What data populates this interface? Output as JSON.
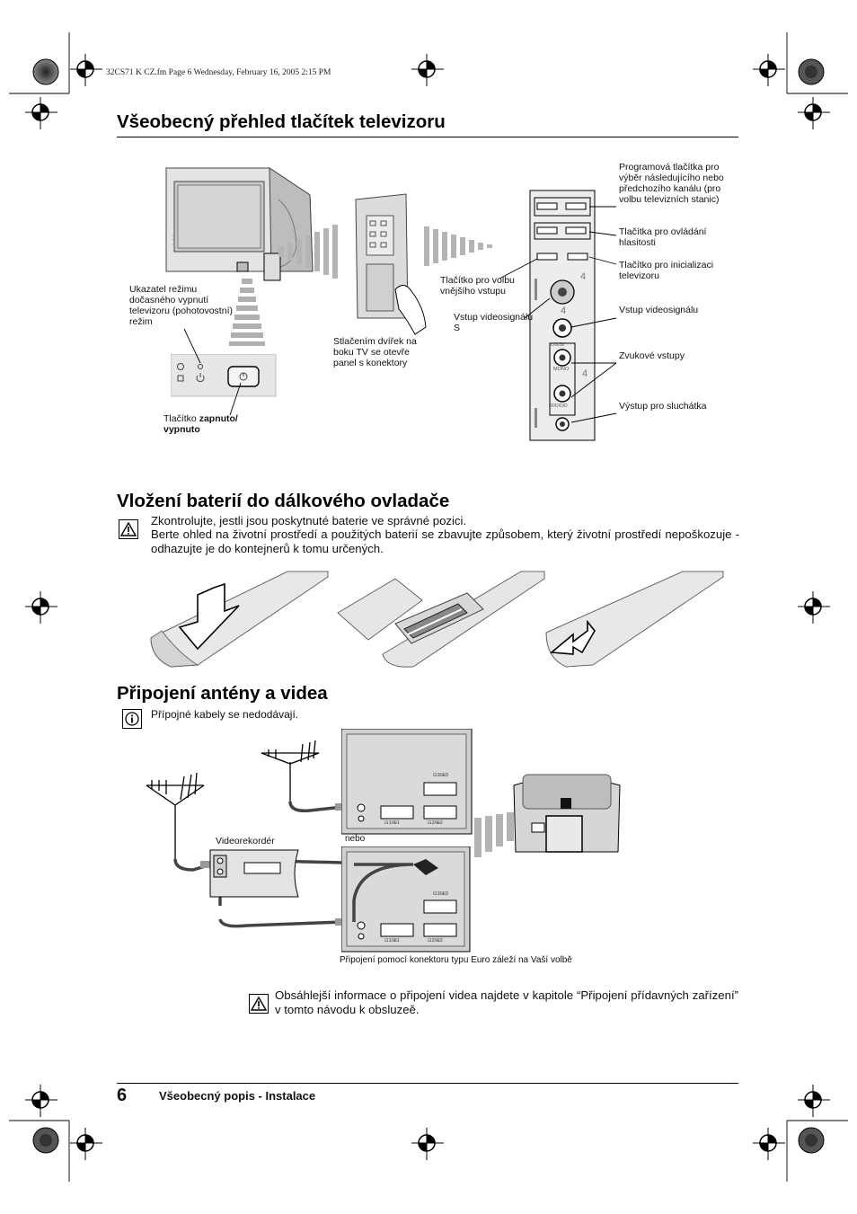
{
  "header_line": "32CS71 K CZ.fm  Page 6  Wednesday, February 16, 2005  2:15 PM",
  "section1": {
    "title": "Všeobecný přehled tlačítek televizoru",
    "labels": {
      "standby_indicator": "Ukazatel režimu dočasného vypnutí televizoru (pohotovostní) režim",
      "power_button_prefix": "Tlačítko ",
      "power_button_bold": "zapnuto/ vypnuto",
      "door_press": "Stlačením dvířek na boku TV se otevře panel s konektory",
      "ext_input_button": "Tlačítko pro volbu vnějšího vstupu",
      "s_video_input": "Vstup videosignálu S",
      "program_buttons": "Programová tlačítka pro výběr následujícího nebo předchozího kanálu (pro volbu televizních stanic)",
      "volume_buttons": "Tlačítka pro ovládání hlasitosti",
      "reset_button": "Tlačítko pro inicializaci televizoru",
      "video_input": "Vstup videosignálu",
      "audio_inputs": "Zvukové vstupy",
      "headphone_output": "Výstup pro sluchátka"
    },
    "panel_marks": {
      "s_video_num": "4",
      "video_num": "4",
      "audio_num": "4",
      "lmono": "L/G/S/I",
      "mono": "MONO",
      "rdd": "R/D/D/D"
    }
  },
  "section2": {
    "title": "Vložení baterií do dálkového ovladače",
    "text_line1": "Zkontrolujte, jestli jsou poskytnuté baterie ve správné pozici.",
    "text_line2": "Berte ohled na životní prostředí a použitých baterií se zbavujte způsobem, který životní prostředí nepoškozuje - odhazujte je do kontejnerů k tomu určených."
  },
  "section3": {
    "title": "Připojení antény a videa",
    "note": "Přípojné kabely se nedodávají.",
    "label_vcr": "Videorekordér",
    "label_or": "nebo",
    "caption": "Připojení pomocí konektoru typu Euro záleží na Vaší volbě",
    "warning": "Obsáhlejší informace o připojení videa najdete v kapitole “Připojení přídavných zařízení” v tomto návodu k obsluzeě.",
    "panel_marks": {
      "scart1": "⊡1/⊞1",
      "scart2": "⊡2/⊞2",
      "scart3": "⊡3/⊞3"
    }
  },
  "footer": {
    "page_number": "6",
    "section_name": "Všeobecný popis - Instalace"
  },
  "colors": {
    "text": "#111111",
    "rule": "#000000",
    "device_gray": "#cfcfcf",
    "device_dark": "#6e6e6e"
  }
}
